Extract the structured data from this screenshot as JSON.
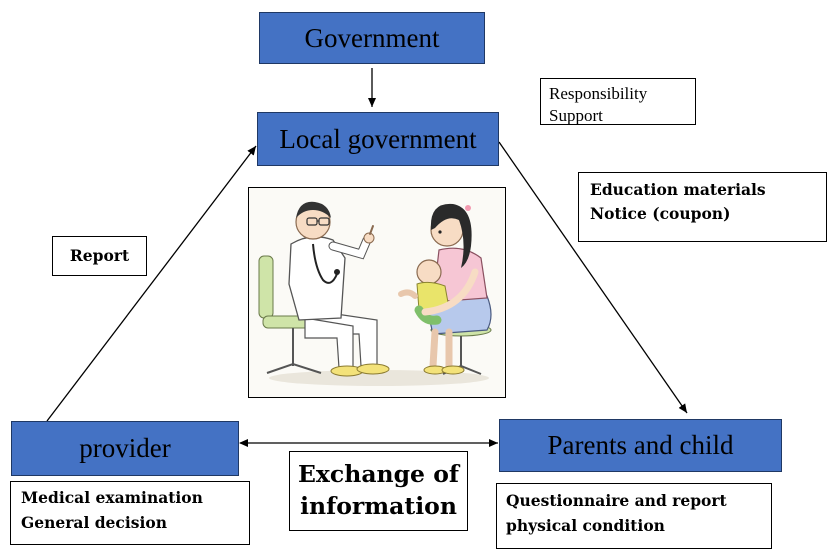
{
  "nodes": {
    "government": "Government",
    "local_government": "Local government",
    "provider": "provider",
    "parents_and_child": "Parents and child"
  },
  "notes": {
    "responsibility": [
      "Responsibility",
      "Support"
    ],
    "education": [
      "Education materials",
      "Notice (coupon)"
    ],
    "report": "Report",
    "exchange": [
      "Exchange of",
      "information"
    ],
    "provider_tasks": [
      "Medical examination",
      "General decision"
    ],
    "parent_tasks": [
      "Questionnaire and report",
      "physical condition"
    ]
  },
  "colors": {
    "node_fill": "#4472c4",
    "node_border": "#1f3864"
  },
  "illustration": {
    "description": "doctor examining a child held by mother"
  }
}
